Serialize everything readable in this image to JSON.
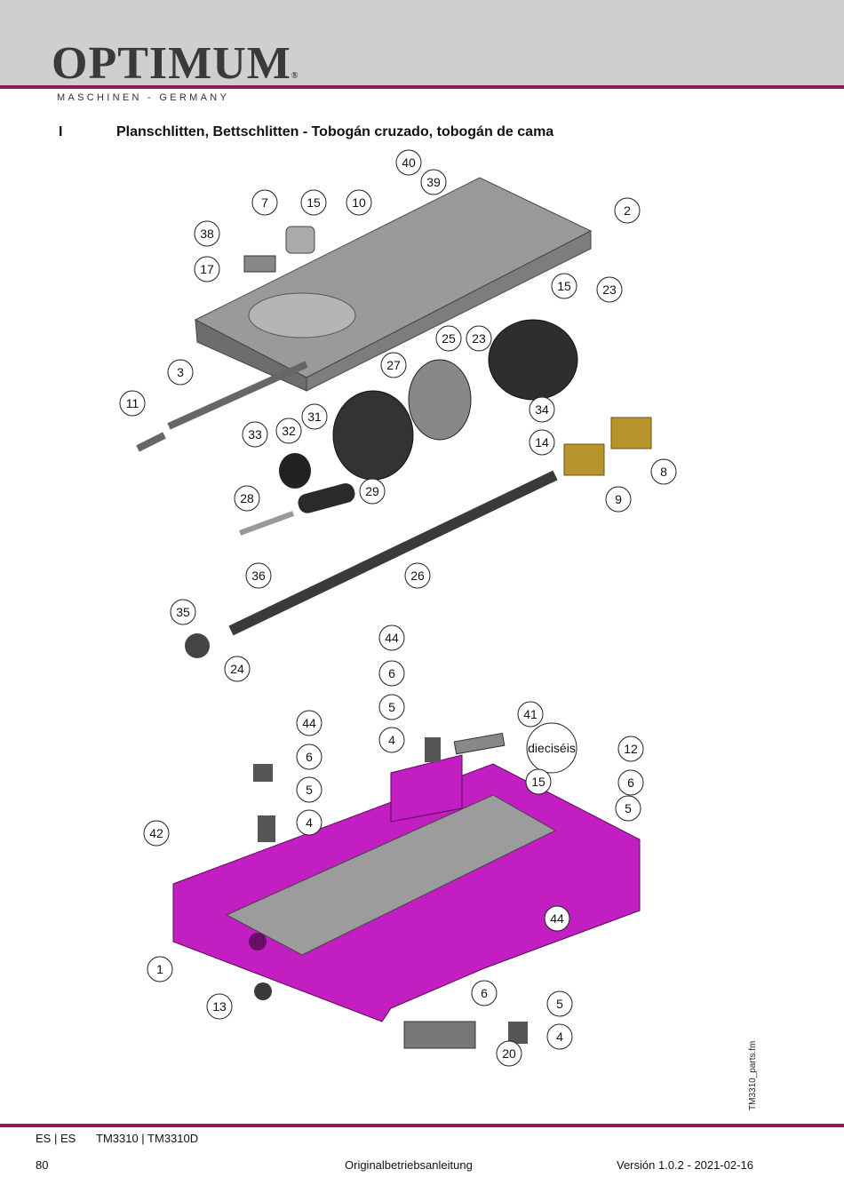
{
  "header": {
    "brand": "OPTIMUM",
    "brand_mark": "®",
    "brand_sub": "MASCHINEN - GERMANY",
    "accent_color": "#8a1c5a"
  },
  "section": {
    "letter": "I",
    "title": "Planschlitten, Bettschlitten - Tobogán cruzado, tobogán de cama"
  },
  "callouts": [
    "40",
    "39",
    "2",
    "7",
    "15",
    "10",
    "38",
    "17",
    "15",
    "23",
    "25",
    "23",
    "27",
    "3",
    "34",
    "11",
    "31",
    "32",
    "33",
    "14",
    "8",
    "9",
    "29",
    "28",
    "26",
    "36",
    "35",
    "24",
    "44",
    "6",
    "41",
    "5",
    "dieciséis",
    "4",
    "12",
    "44",
    "6",
    "15",
    "5",
    "6",
    "5",
    "42",
    "4",
    "1",
    "44",
    "13",
    "6",
    "5",
    "4",
    "20"
  ],
  "side_note": "TM3310_parts.fm",
  "footer": {
    "lang": "ES | ES",
    "models": "TM3310 | TM3310D",
    "page": "80",
    "doc": "Originalbetriebsanleitung",
    "version": "Versión 1.0.2 - 2021-02-16"
  }
}
